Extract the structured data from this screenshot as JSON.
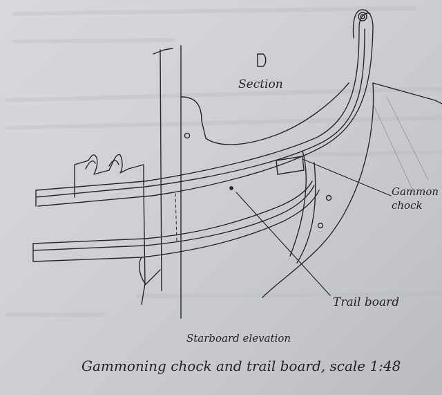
{
  "labels": {
    "section": "Section",
    "gammoning_chock_line1": "Gammon",
    "gammoning_chock_line2": "chock",
    "trail_board": "Trail board",
    "view": "Starboard elevation",
    "caption": "Gammoning chock and trail board, scale 1:48"
  },
  "colors": {
    "paper": "#cfd0d3",
    "ink": "#222428"
  }
}
